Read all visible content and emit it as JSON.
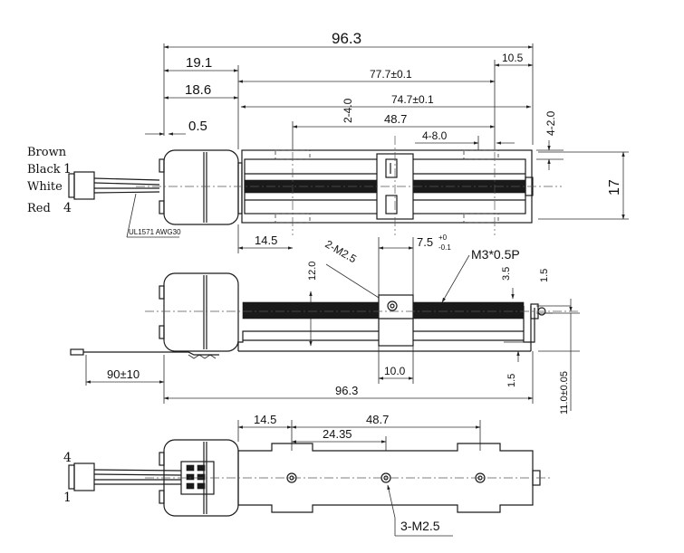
{
  "wires": {
    "brown": "Brown",
    "black": "Black",
    "white": "White",
    "red": "Red",
    "pin_top": "1",
    "pin_bottom": "4",
    "cable_spec": "UL1571 AWG30"
  },
  "top_view": {
    "overall_length": "96.3",
    "dim_19_1": "19.1",
    "dim_18_6": "18.6",
    "dim_0_5": "0.5",
    "dim_77_7": "77.7±0.1",
    "dim_74_7": "74.7±0.1",
    "dim_10_5": "10.5",
    "dim_48_7": "48.7",
    "dim_2_4": "2-4.0",
    "dim_4_8": "4-8.0",
    "dim_4_2": "4-2.0",
    "height_17": "17",
    "dim_14_5": "14.5"
  },
  "side_view": {
    "dim_7_5": "7.5",
    "tol_upper": "+0",
    "tol_lower": "-0.1",
    "thread": "M3*0.5P",
    "hole_2m25": "2-M2.5",
    "dim_12": "12.0",
    "dim_3_5": "3.5",
    "dim_1_5_top": "1.5",
    "dim_90": "90±10",
    "dim_10": "10.0",
    "dim_1_5_bottom": "1.5",
    "overall_length": "96.3",
    "height_11": "11.0±0.05"
  },
  "bottom_view": {
    "dim_14_5": "14.5",
    "dim_48_7": "48.7",
    "dim_24_35": "24.35",
    "hole_3m25": "3-M2.5",
    "pin_top": "4",
    "pin_bottom": "1"
  }
}
